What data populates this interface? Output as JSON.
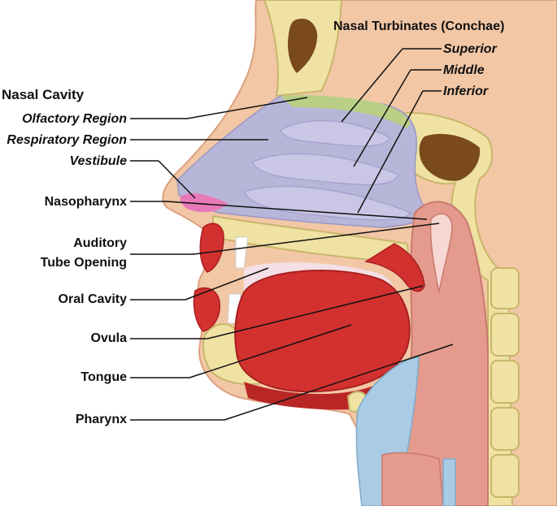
{
  "colors": {
    "skin_outer": "#f2c7a6",
    "skin_edge": "#dca07f",
    "bone": "#efe2a3",
    "bone_edge": "#c9b66b",
    "cavity": "#b8b6d8",
    "turbinate": "#c9c6e6",
    "olfactory": "#b9cf86",
    "vestibule": "#e879b9",
    "muscle": "#d2312f",
    "muscle_dark": "#a81f1f",
    "pharynx": "#e49a8d",
    "sinus": "#7a4a1c",
    "cartilage": "#a9cbe3",
    "leader": "#111111"
  },
  "labels": {
    "nasal_turbinates": "Nasal Turbinates (Conchae)",
    "superior": "Superior",
    "middle": "Middle",
    "inferior": "Inferior",
    "nasal_cavity": "Nasal Cavity",
    "olfactory_region": "Olfactory Region",
    "respiratory_region": "Respiratory Region",
    "vestibule": "Vestibule",
    "nasopharynx": "Nasopharynx",
    "auditory_line1": "Auditory",
    "auditory_line2": "Tube Opening",
    "oral_cavity": "Oral Cavity",
    "ovula": "Ovula",
    "tongue": "Tongue",
    "pharynx": "Pharynx"
  }
}
